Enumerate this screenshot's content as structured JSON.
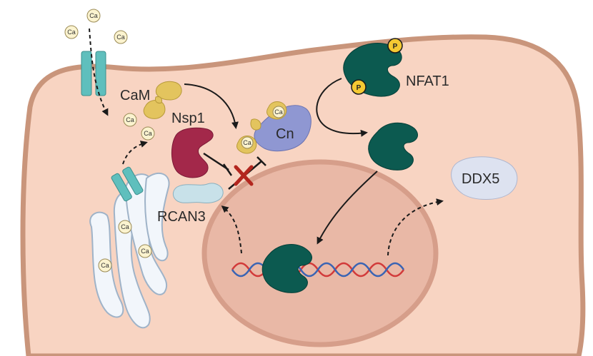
{
  "labels": {
    "cam": "CaM",
    "nsp1": "Nsp1",
    "cn": "Cn",
    "nfat1": "NFAT1",
    "rcan3": "RCAN3",
    "ddx5": "DDX5"
  },
  "ion_symbol": "Ca",
  "phospho_symbol": "P",
  "colors": {
    "cytoplasm": "#f8d4c2",
    "membrane": "#c9957b",
    "nucleus": "#e9b8a6",
    "nuclear_envelope": "#d69e8a",
    "calcium_channel": "#5fbfbd",
    "calmodulin": "#e3c45e",
    "nsp1": "#a3284a",
    "calcineurin": "#8f97d2",
    "nfat1": "#0c5a50",
    "rcan3": "#c8e1e9",
    "ddx5": "#dde2f0",
    "phosphate": "#f5c932",
    "dna_strand_red": "#d23a3a",
    "dna_strand_blue": "#3a64b4",
    "inhibition_cross": "#b3261e",
    "er": "#c9d9e8"
  }
}
